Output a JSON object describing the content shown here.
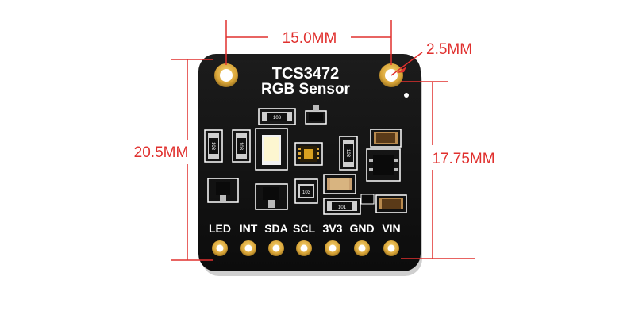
{
  "board": {
    "chip_name": "TCS3472",
    "board_title": "RGB Sensor",
    "pins": [
      "LED",
      "INT",
      "SDA",
      "SCL",
      "3V3",
      "GND",
      "VIN"
    ],
    "resistor_codes": [
      "103",
      "103",
      "103",
      "103",
      "103",
      "101"
    ],
    "colors": {
      "pcb": "#141414",
      "gold": "#d9a538",
      "silk": "#ffffff",
      "dim_line": "#e0302e"
    }
  },
  "dimensions": {
    "hole_spacing": "15.0MM",
    "hole_inset": "2.5MM",
    "board_height": "20.5MM",
    "pin_to_hole": "17.75MM"
  }
}
